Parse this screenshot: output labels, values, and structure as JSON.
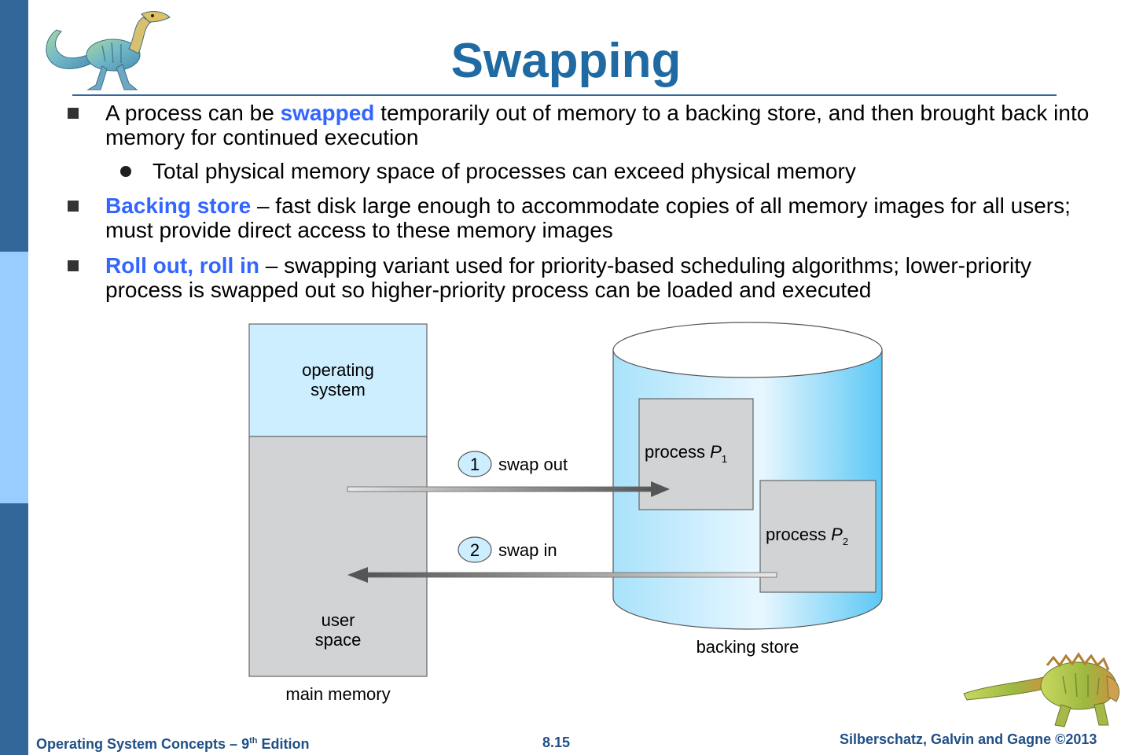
{
  "title": "Swapping",
  "bullets": [
    {
      "pre": "A process can be ",
      "keyword": "swapped",
      "post": " temporarily out of memory to a backing store, and then brought back into memory for continued execution",
      "sub": [
        "Total physical memory space of processes can exceed physical memory"
      ]
    },
    {
      "pre": "",
      "keyword": "Backing store",
      "post": " – fast disk large enough to accommodate copies of all memory images for all users; must provide direct access to these memory images"
    },
    {
      "pre": "",
      "keyword": "Roll out, roll in",
      "post": " – swapping variant used for priority-based scheduling algorithms; lower-priority process is swapped out so higher-priority process can be loaded and executed"
    }
  ],
  "diagram": {
    "os_line1": "operating",
    "os_line2": "system",
    "user_line1": "user",
    "user_line2": "space",
    "main_memory_label": "main memory",
    "backing_store_label": "backing store",
    "process1_label": "process ",
    "process1_var": "P",
    "process1_sub": "1",
    "process2_label": "process ",
    "process2_var": "P",
    "process2_sub": "2",
    "step1_num": "1",
    "step1_label": "swap out",
    "step2_num": "2",
    "step2_label": "swap in"
  },
  "footer": {
    "left_pre": "Operating System Concepts – 9",
    "left_sup": "th",
    "left_post": " Edition",
    "center": "8.15",
    "right": "Silberschatz, Galvin and Gagne ©2013"
  },
  "colors": {
    "title": "#1f6aa3",
    "keyword": "#3366ff",
    "sidebar_dark": "#336699",
    "sidebar_light": "#99ccff",
    "os_block": "#cceeff",
    "memory_block": "#d1d3d4",
    "backing_store": "#88d8ff"
  }
}
